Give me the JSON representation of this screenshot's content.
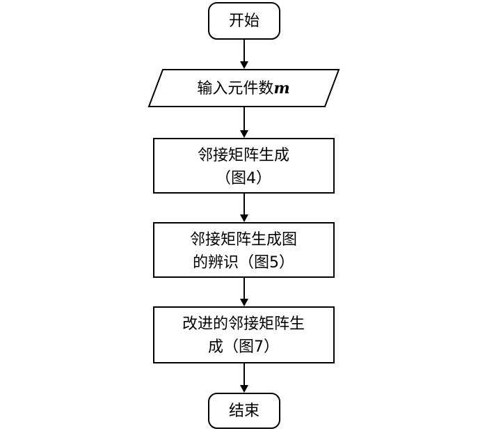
{
  "flowchart": {
    "start": {
      "label": "开始"
    },
    "input": {
      "label": "输入元件数",
      "variable": "m"
    },
    "step1": {
      "line1": "邻接矩阵生成",
      "line2": "（图4）"
    },
    "step2": {
      "line1": "邻接矩阵生成图",
      "line2": "的辨识（图5）"
    },
    "step3": {
      "line1": "改进的邻接矩阵生",
      "line2": "成（图7）"
    },
    "end": {
      "label": "结束"
    }
  }
}
